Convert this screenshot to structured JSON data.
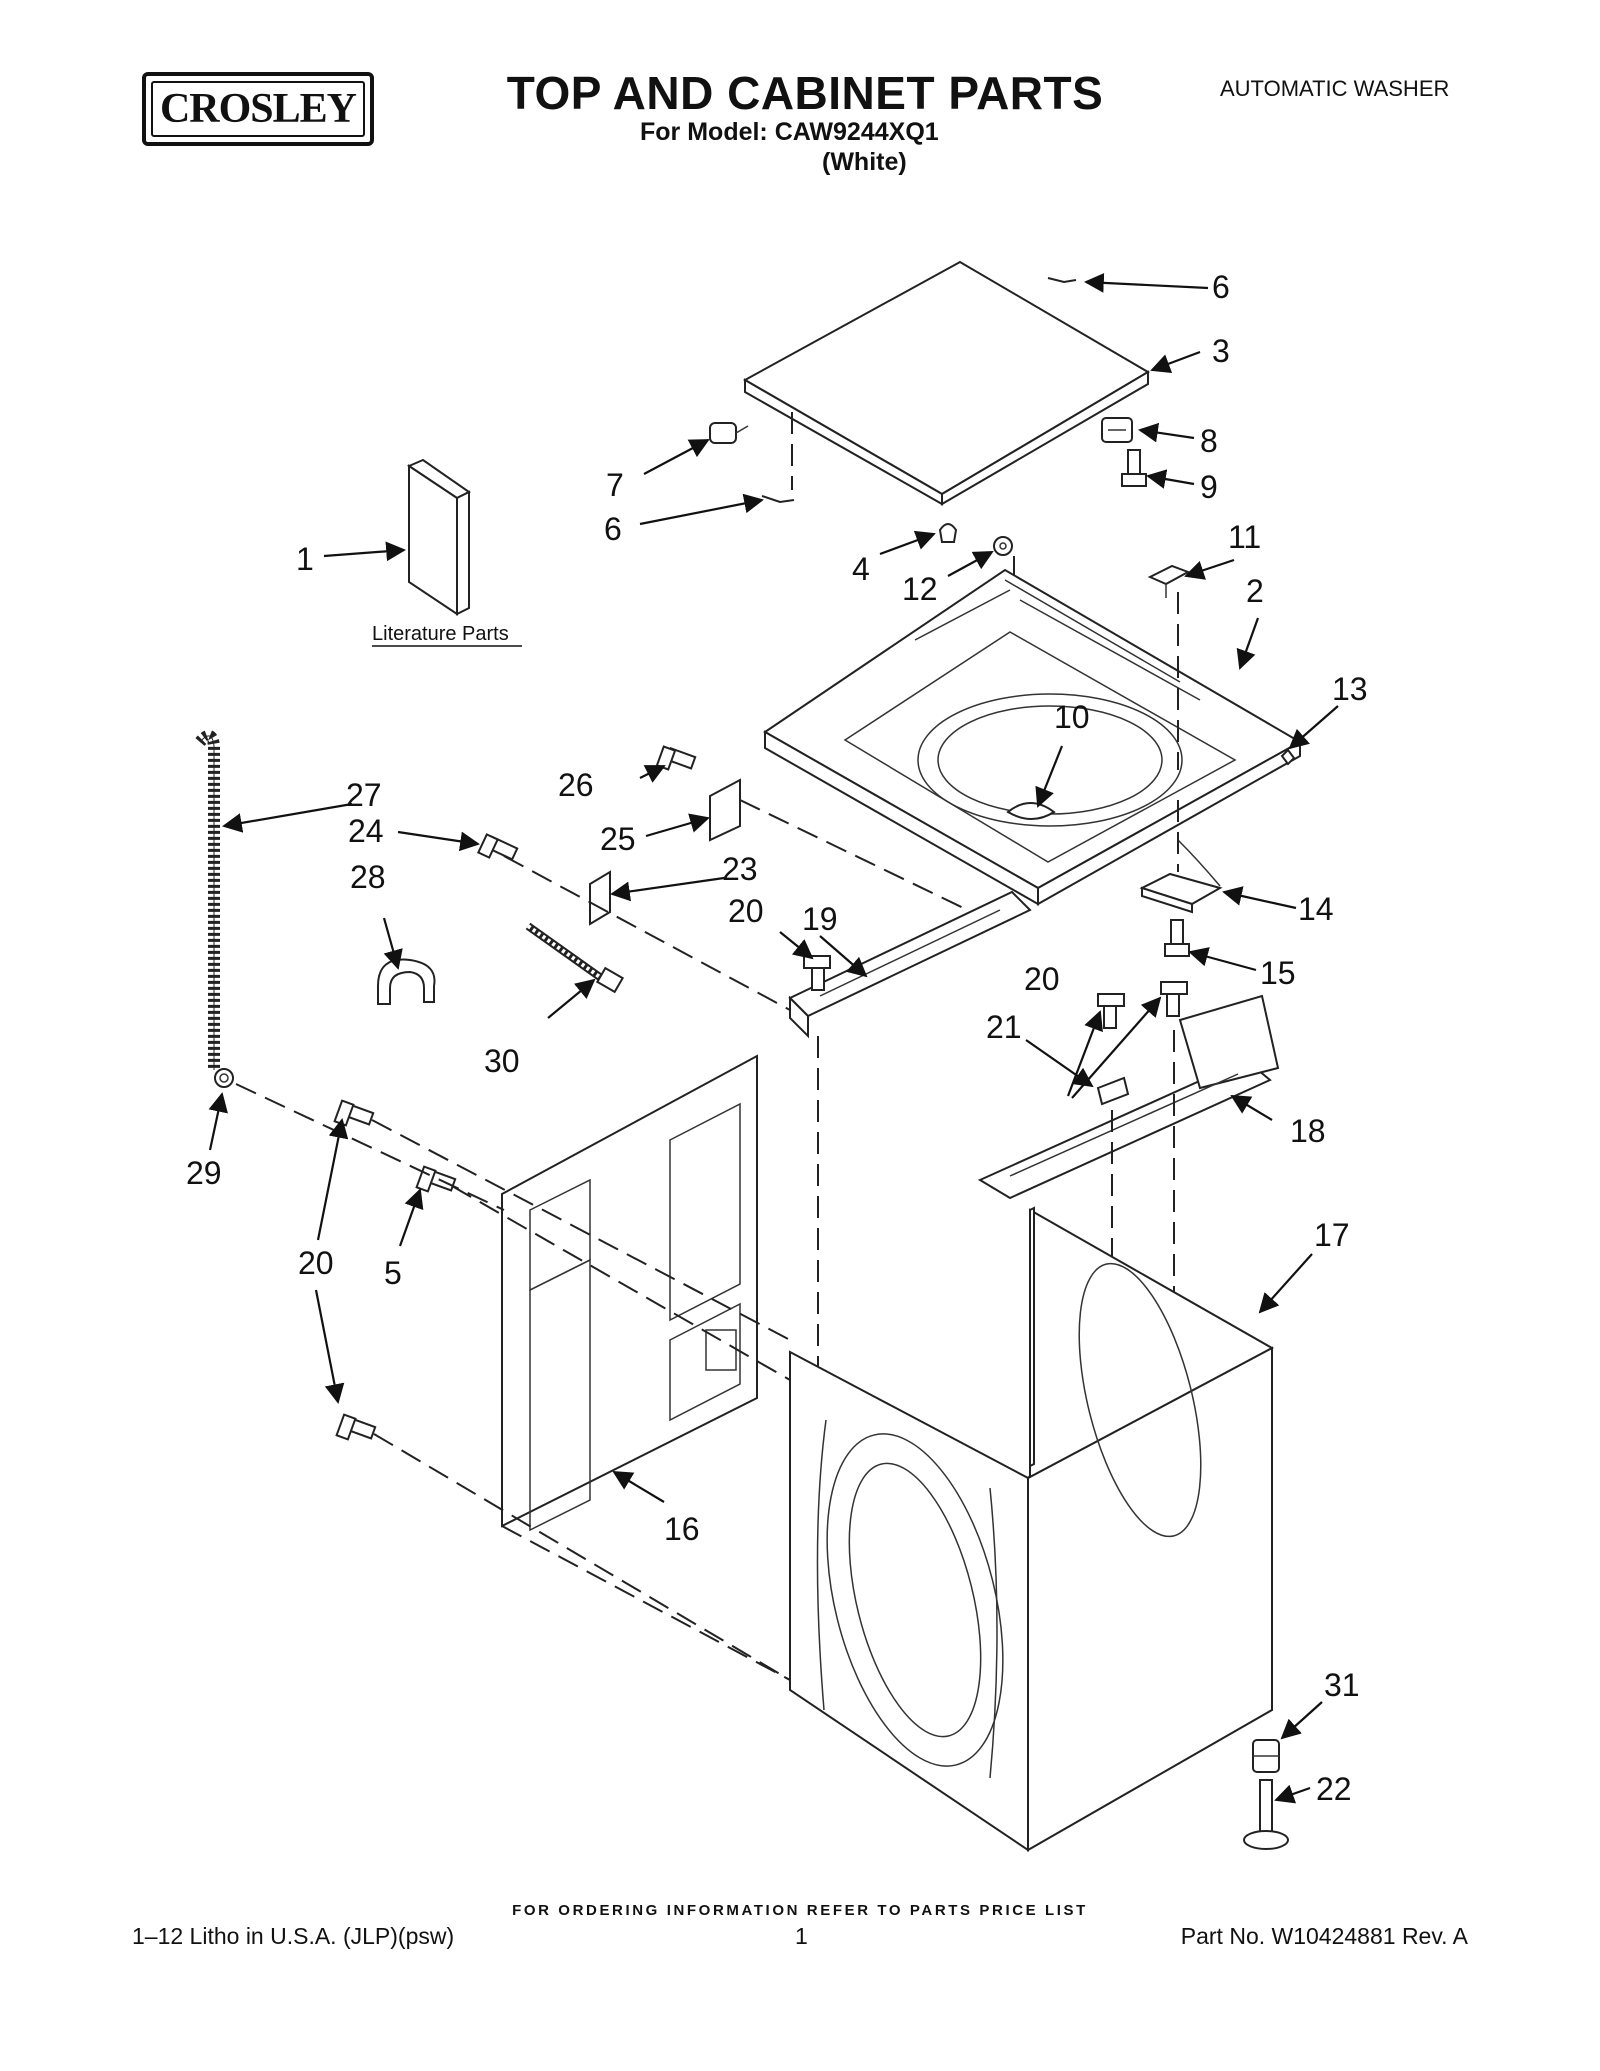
{
  "header": {
    "brand": "CROSLEY",
    "title": "TOP AND CABINET PARTS",
    "model_line": "For Model: CAW9244XQ1",
    "color_line": "(White)",
    "category": "AUTOMATIC WASHER"
  },
  "diagram": {
    "literature_label": "Literature Parts",
    "callouts": {
      "c1": "1",
      "c2": "2",
      "c3": "3",
      "c4": "4",
      "c5": "5",
      "c6a": "6",
      "c6b": "6",
      "c7": "7",
      "c8": "8",
      "c9": "9",
      "c10": "10",
      "c11": "11",
      "c12": "12",
      "c13": "13",
      "c14": "14",
      "c15": "15",
      "c16": "16",
      "c17": "17",
      "c18": "18",
      "c19": "19",
      "c20a": "20",
      "c20b": "20",
      "c20c": "20",
      "c21": "21",
      "c22": "22",
      "c23": "23",
      "c24": "24",
      "c25": "25",
      "c26": "26",
      "c27": "27",
      "c28": "28",
      "c29": "29",
      "c30": "30",
      "c31": "31"
    }
  },
  "footer": {
    "ordering": "FOR ORDERING INFORMATION REFER TO PARTS PRICE LIST",
    "litho": "1–12 Litho in U.S.A. (JLP)(psw)",
    "page": "1",
    "part_no": "Part No. W10424881 Rev. A"
  }
}
